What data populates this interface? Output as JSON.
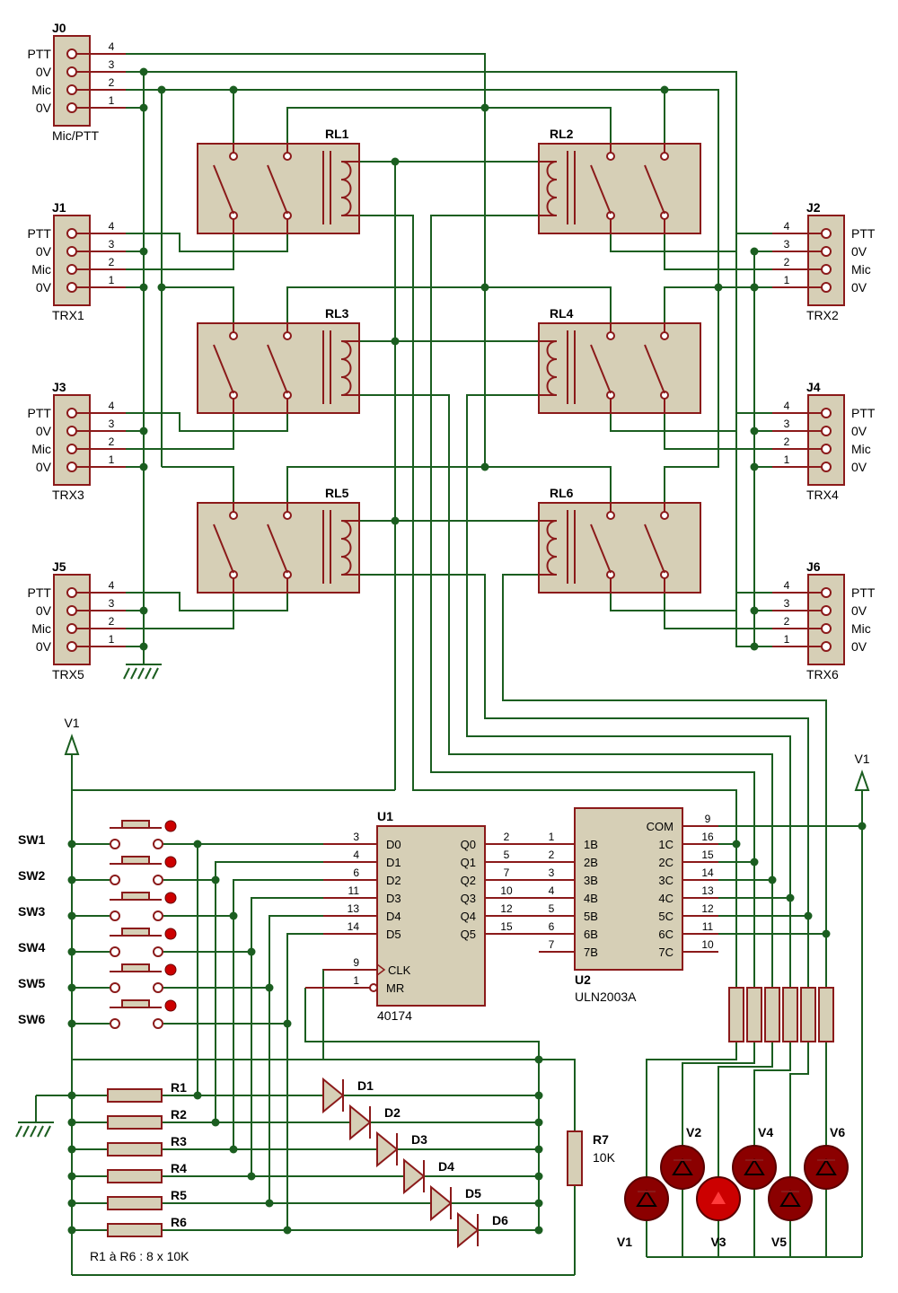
{
  "connector_pin_numbers": [
    "4",
    "3",
    "2",
    "1"
  ],
  "connectors": [
    {
      "ref": "J0",
      "name": "Mic/PTT",
      "signals": [
        "PTT",
        "0V",
        "Mic",
        "0V"
      ]
    },
    {
      "ref": "J1",
      "name": "TRX1",
      "signals": [
        "PTT",
        "0V",
        "Mic",
        "0V"
      ]
    },
    {
      "ref": "J2",
      "name": "TRX2",
      "signals": [
        "PTT",
        "0V",
        "Mic",
        "0V"
      ]
    },
    {
      "ref": "J3",
      "name": "TRX3",
      "signals": [
        "PTT",
        "0V",
        "Mic",
        "0V"
      ]
    },
    {
      "ref": "J4",
      "name": "TRX4",
      "signals": [
        "PTT",
        "0V",
        "Mic",
        "0V"
      ]
    },
    {
      "ref": "J5",
      "name": "TRX5",
      "signals": [
        "PTT",
        "0V",
        "Mic",
        "0V"
      ]
    },
    {
      "ref": "J6",
      "name": "TRX6",
      "signals": [
        "PTT",
        "0V",
        "Mic",
        "0V"
      ]
    }
  ],
  "relays": [
    "RL1",
    "RL2",
    "RL3",
    "RL4",
    "RL5",
    "RL6"
  ],
  "switches": [
    "SW1",
    "SW2",
    "SW3",
    "SW4",
    "SW5",
    "SW6"
  ],
  "resistors": [
    "R1",
    "R2",
    "R3",
    "R4",
    "R5",
    "R6"
  ],
  "resistor_note": "R1 à R6 : 8 x 10K",
  "diodes": [
    "D1",
    "D2",
    "D3",
    "D4",
    "D5",
    "D6"
  ],
  "r7": {
    "ref": "R7",
    "value": "10K"
  },
  "supply_label": "V1",
  "u1": {
    "ref": "U1",
    "part": "40174",
    "inputs": [
      {
        "pin": "3",
        "name": "D0"
      },
      {
        "pin": "4",
        "name": "D1"
      },
      {
        "pin": "6",
        "name": "D2"
      },
      {
        "pin": "11",
        "name": "D3"
      },
      {
        "pin": "13",
        "name": "D4"
      },
      {
        "pin": "14",
        "name": "D5"
      }
    ],
    "outputs": [
      {
        "pin": "2",
        "name": "Q0"
      },
      {
        "pin": "5",
        "name": "Q1"
      },
      {
        "pin": "7",
        "name": "Q2"
      },
      {
        "pin": "10",
        "name": "Q3"
      },
      {
        "pin": "12",
        "name": "Q4"
      },
      {
        "pin": "15",
        "name": "Q5"
      }
    ],
    "clk": {
      "pin": "9",
      "name": "CLK"
    },
    "mr": {
      "pin": "1",
      "name": "MR"
    }
  },
  "u2": {
    "ref": "U2",
    "part": "ULN2003A",
    "inputs": [
      {
        "pin": "1",
        "name": "1B"
      },
      {
        "pin": "2",
        "name": "2B"
      },
      {
        "pin": "3",
        "name": "3B"
      },
      {
        "pin": "4",
        "name": "4B"
      },
      {
        "pin": "5",
        "name": "5B"
      },
      {
        "pin": "6",
        "name": "6B"
      },
      {
        "pin": "7",
        "name": "7B"
      }
    ],
    "outputs": [
      {
        "pin": "9",
        "name": "COM"
      },
      {
        "pin": "16",
        "name": "1C"
      },
      {
        "pin": "15",
        "name": "2C"
      },
      {
        "pin": "14",
        "name": "3C"
      },
      {
        "pin": "13",
        "name": "4C"
      },
      {
        "pin": "12",
        "name": "5C"
      },
      {
        "pin": "11",
        "name": "6C"
      },
      {
        "pin": "10",
        "name": "7C"
      }
    ]
  },
  "leds": [
    "V1",
    "V2",
    "V3",
    "V4",
    "V5",
    "V6"
  ],
  "colors": {
    "wire": "#1b5e20",
    "pin": "#8b1a1a",
    "body": "#d6cfb6",
    "led": "#cc0000"
  }
}
